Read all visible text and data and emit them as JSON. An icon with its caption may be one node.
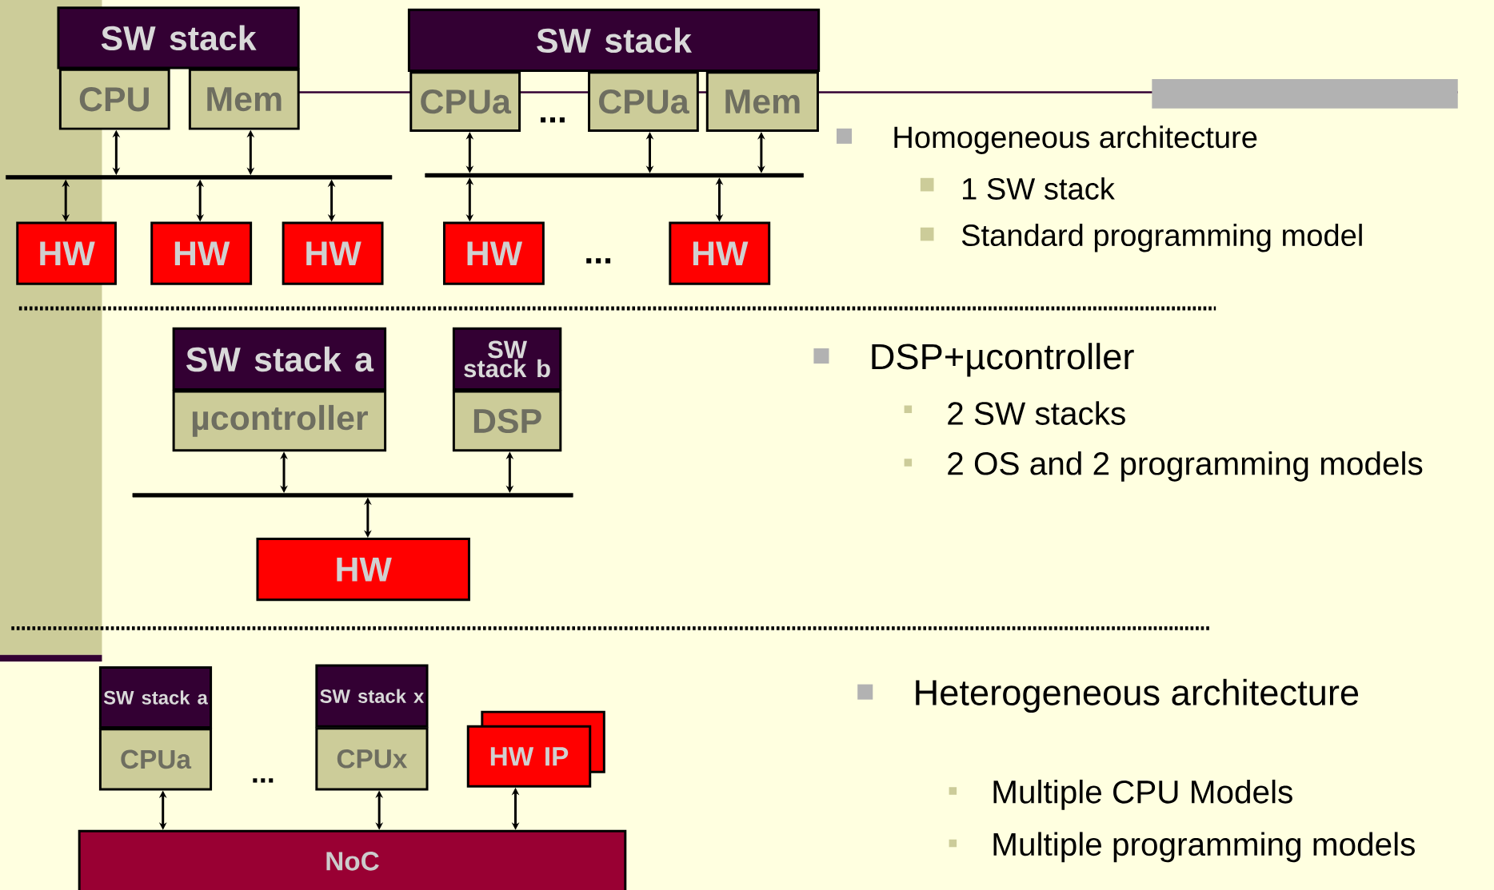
{
  "diagram": {
    "nodes": [
      {
        "text": [
          "SW stack"
        ]
      },
      {
        "text": [
          "CPU"
        ]
      },
      {
        "text": [
          "Mem"
        ]
      },
      {
        "text": [
          "SW stack"
        ]
      },
      {
        "text": [
          "CPUa"
        ]
      },
      {
        "text": [
          "CPUa"
        ]
      },
      {
        "text": [
          "Mem"
        ]
      },
      {
        "text": [],
        "shape": "bar"
      },
      {
        "text": [],
        "shape": "bar"
      },
      {
        "text": [
          "HW"
        ]
      },
      {
        "text": [
          "HW"
        ]
      },
      {
        "text": [
          "HW"
        ]
      },
      {
        "text": [
          "HW"
        ]
      },
      {
        "text": [
          "HW"
        ]
      },
      {
        "text": [
          "SW stack a"
        ]
      },
      {
        "text": [
          "µcontroller"
        ]
      },
      {
        "text": [
          "SW stack b"
        ]
      },
      {
        "text": [
          "DSP"
        ]
      },
      {
        "text": [],
        "shape": "bar"
      },
      {
        "text": [
          "HW"
        ]
      },
      {
        "text": [
          "SW stack a"
        ]
      },
      {
        "text": [
          "CPUa"
        ]
      },
      {
        "text": [
          "SW stack x"
        ]
      },
      {
        "text": [
          "CPUx"
        ]
      },
      {
        "text": [
          "HW IP"
        ]
      },
      {
        "text": [
          "NoC"
        ]
      }
    ],
    "edges": [
      {
        "from": 1,
        "to": 7,
        "arrow": "both"
      },
      {
        "from": 2,
        "to": 7,
        "arrow": "both"
      },
      {
        "from": 7,
        "to": 9,
        "arrow": "both"
      },
      {
        "from": 7,
        "to": 10,
        "arrow": "both"
      },
      {
        "from": 7,
        "to": 11,
        "arrow": "both"
      },
      {
        "from": 4,
        "to": 8,
        "arrow": "both"
      },
      {
        "from": 5,
        "to": 8,
        "arrow": "both"
      },
      {
        "from": 6,
        "to": 8,
        "arrow": "both"
      },
      {
        "from": 8,
        "to": 12,
        "arrow": "both"
      },
      {
        "from": 8,
        "to": 13,
        "arrow": "both"
      },
      {
        "from": 15,
        "to": 18,
        "arrow": "both"
      },
      {
        "from": 17,
        "to": 18,
        "arrow": "both"
      },
      {
        "from": 18,
        "to": 19,
        "arrow": "both"
      },
      {
        "from": 21,
        "to": 25,
        "arrow": "both"
      },
      {
        "from": 23,
        "to": 25,
        "arrow": "both"
      },
      {
        "from": 24,
        "to": 25,
        "arrow": "both"
      }
    ],
    "labels": [
      "...",
      "...",
      "...",
      "Homogeneous architecture",
      "1 SW stack",
      "Standard programming model",
      "DSP+µcontroller",
      "2 SW stacks",
      "2 OS and 2 programming models",
      "Heterogeneous architecture",
      "Multiple CPU Models",
      "Multiple programming models"
    ]
  }
}
